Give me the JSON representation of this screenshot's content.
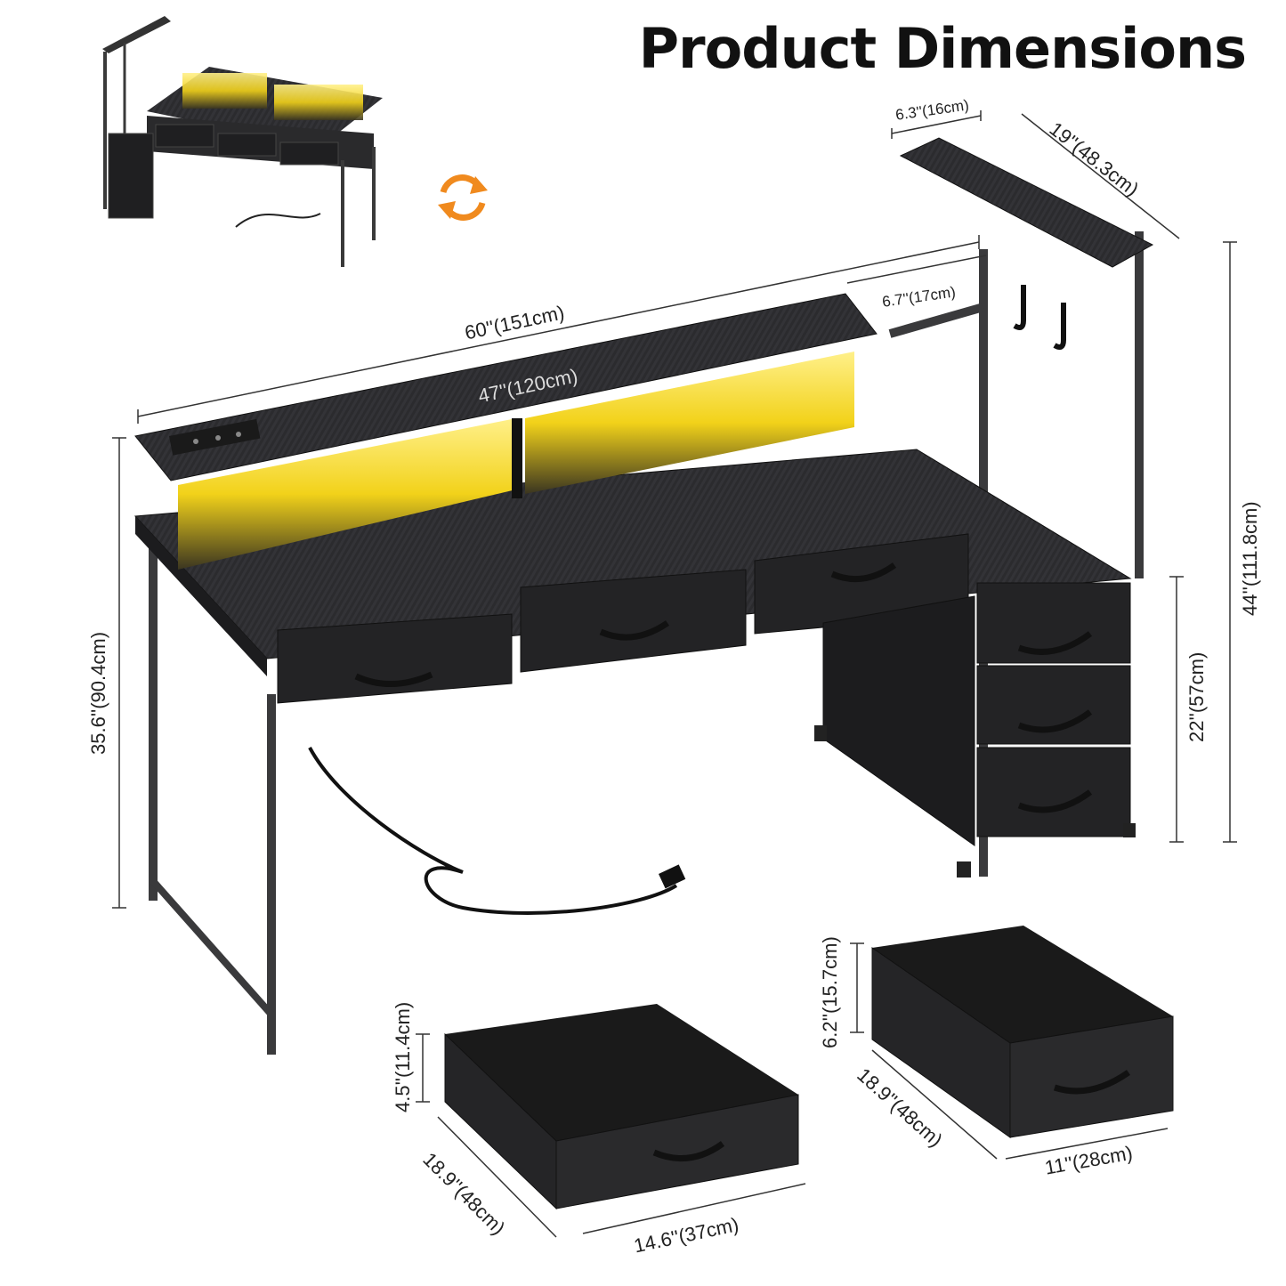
{
  "header": {
    "title": "Product Dimensions"
  },
  "dimensions": {
    "shelf_top_depth": "6.3''(16cm)",
    "shelf_top_width": "19''(48.3cm)",
    "shelf_gap": "6.7''(17cm)",
    "desk_width": "60''(151cm)",
    "monitor_stand_width": "47''(120cm)",
    "desk_height": "35.6''(90.4cm)",
    "total_height": "44''(111.8cm)",
    "drawer_unit_height": "22''(57cm)",
    "small_drawer_height": "4.5''(11.4cm)",
    "small_drawer_depth": "18.9''(48cm)",
    "small_drawer_width": "14.6''(37cm)",
    "large_drawer_height": "6.2''(15.7cm)",
    "large_drawer_depth": "18.9''(48cm)",
    "large_drawer_width": "11''(28cm)"
  },
  "icons": {
    "rotate": "rotate-arrows-icon"
  },
  "colors": {
    "accent_light": "#f2d21a",
    "rotate_icon": "#f08a1e",
    "desk": "#2a2a2c",
    "fabric": "#1f1f21"
  }
}
